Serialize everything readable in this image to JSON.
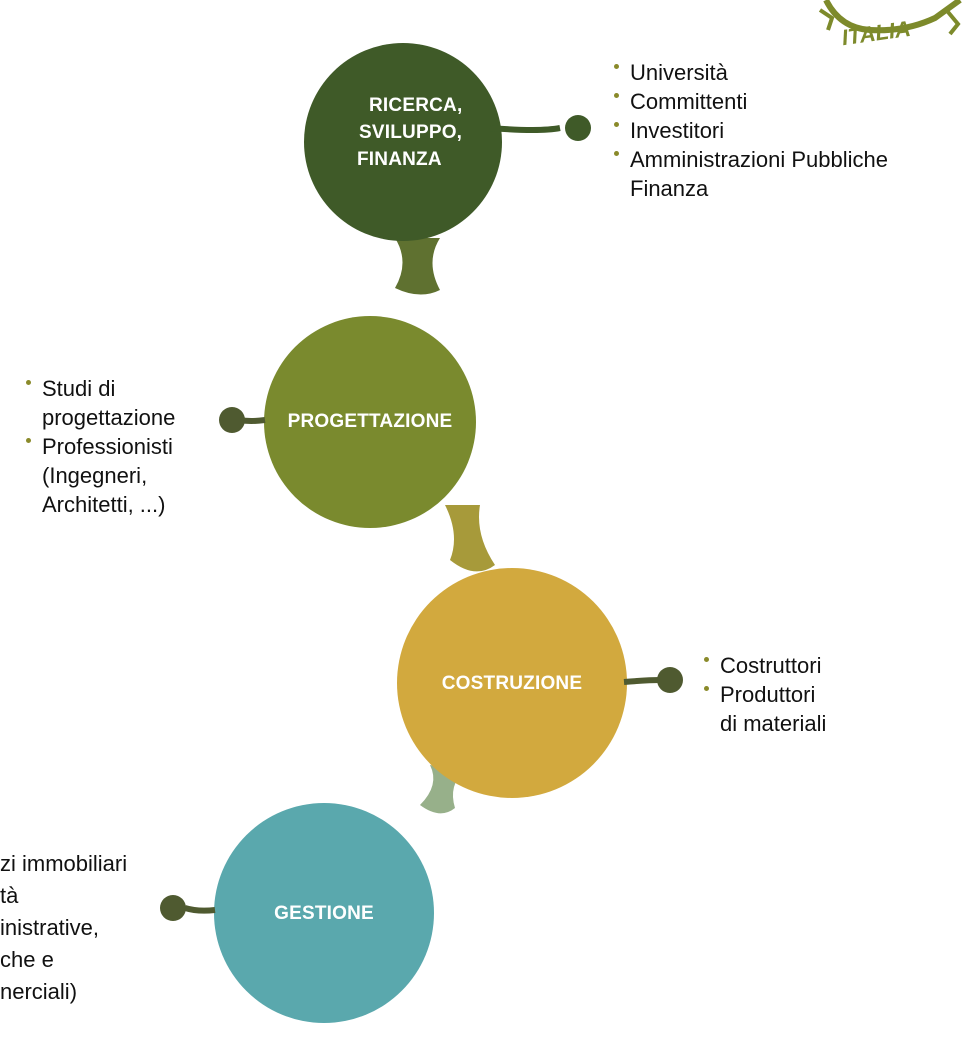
{
  "logo": {
    "text": "ITALIA",
    "color": "#7d8a2b"
  },
  "stages": [
    {
      "id": "ricerca",
      "label_lines": [
        "RICERCA,",
        "SVILUPPO,",
        "FINANZA"
      ],
      "color": "#3f5a28"
    },
    {
      "id": "progettazione",
      "label_lines": [
        "PROGETTAZIONE"
      ],
      "color": "#7a8a2e"
    },
    {
      "id": "costruzione",
      "label_lines": [
        "COSTRUZIONE"
      ],
      "color": "#d2a93e"
    },
    {
      "id": "gestione",
      "label_lines": [
        "GESTIONE"
      ],
      "color": "#5aa8ad"
    }
  ],
  "connector_color": "#4a5a30",
  "lists": {
    "ricerca": [
      {
        "text": "Università"
      },
      {
        "text": "Committenti"
      },
      {
        "text": "Investitori"
      },
      {
        "text": "Amministrazioni  Pubbliche",
        "cont": "Finanza"
      }
    ],
    "progettazione": [
      {
        "text": "Studi di",
        "cont": "progettazione"
      },
      {
        "text": "Professionisti",
        "cont": "(Ingegneri,",
        "cont2": "Architetti,  ...)"
      }
    ],
    "costruzione": [
      {
        "text": "Costruttori"
      },
      {
        "text": "Produttori",
        "cont": "di materiali"
      }
    ],
    "gestione": [
      {
        "text": "zi  immobiliari"
      },
      {
        "text": "tà"
      },
      {
        "text": "inistrative,"
      },
      {
        "text": "che e"
      },
      {
        "text": "nerciali)"
      }
    ]
  }
}
